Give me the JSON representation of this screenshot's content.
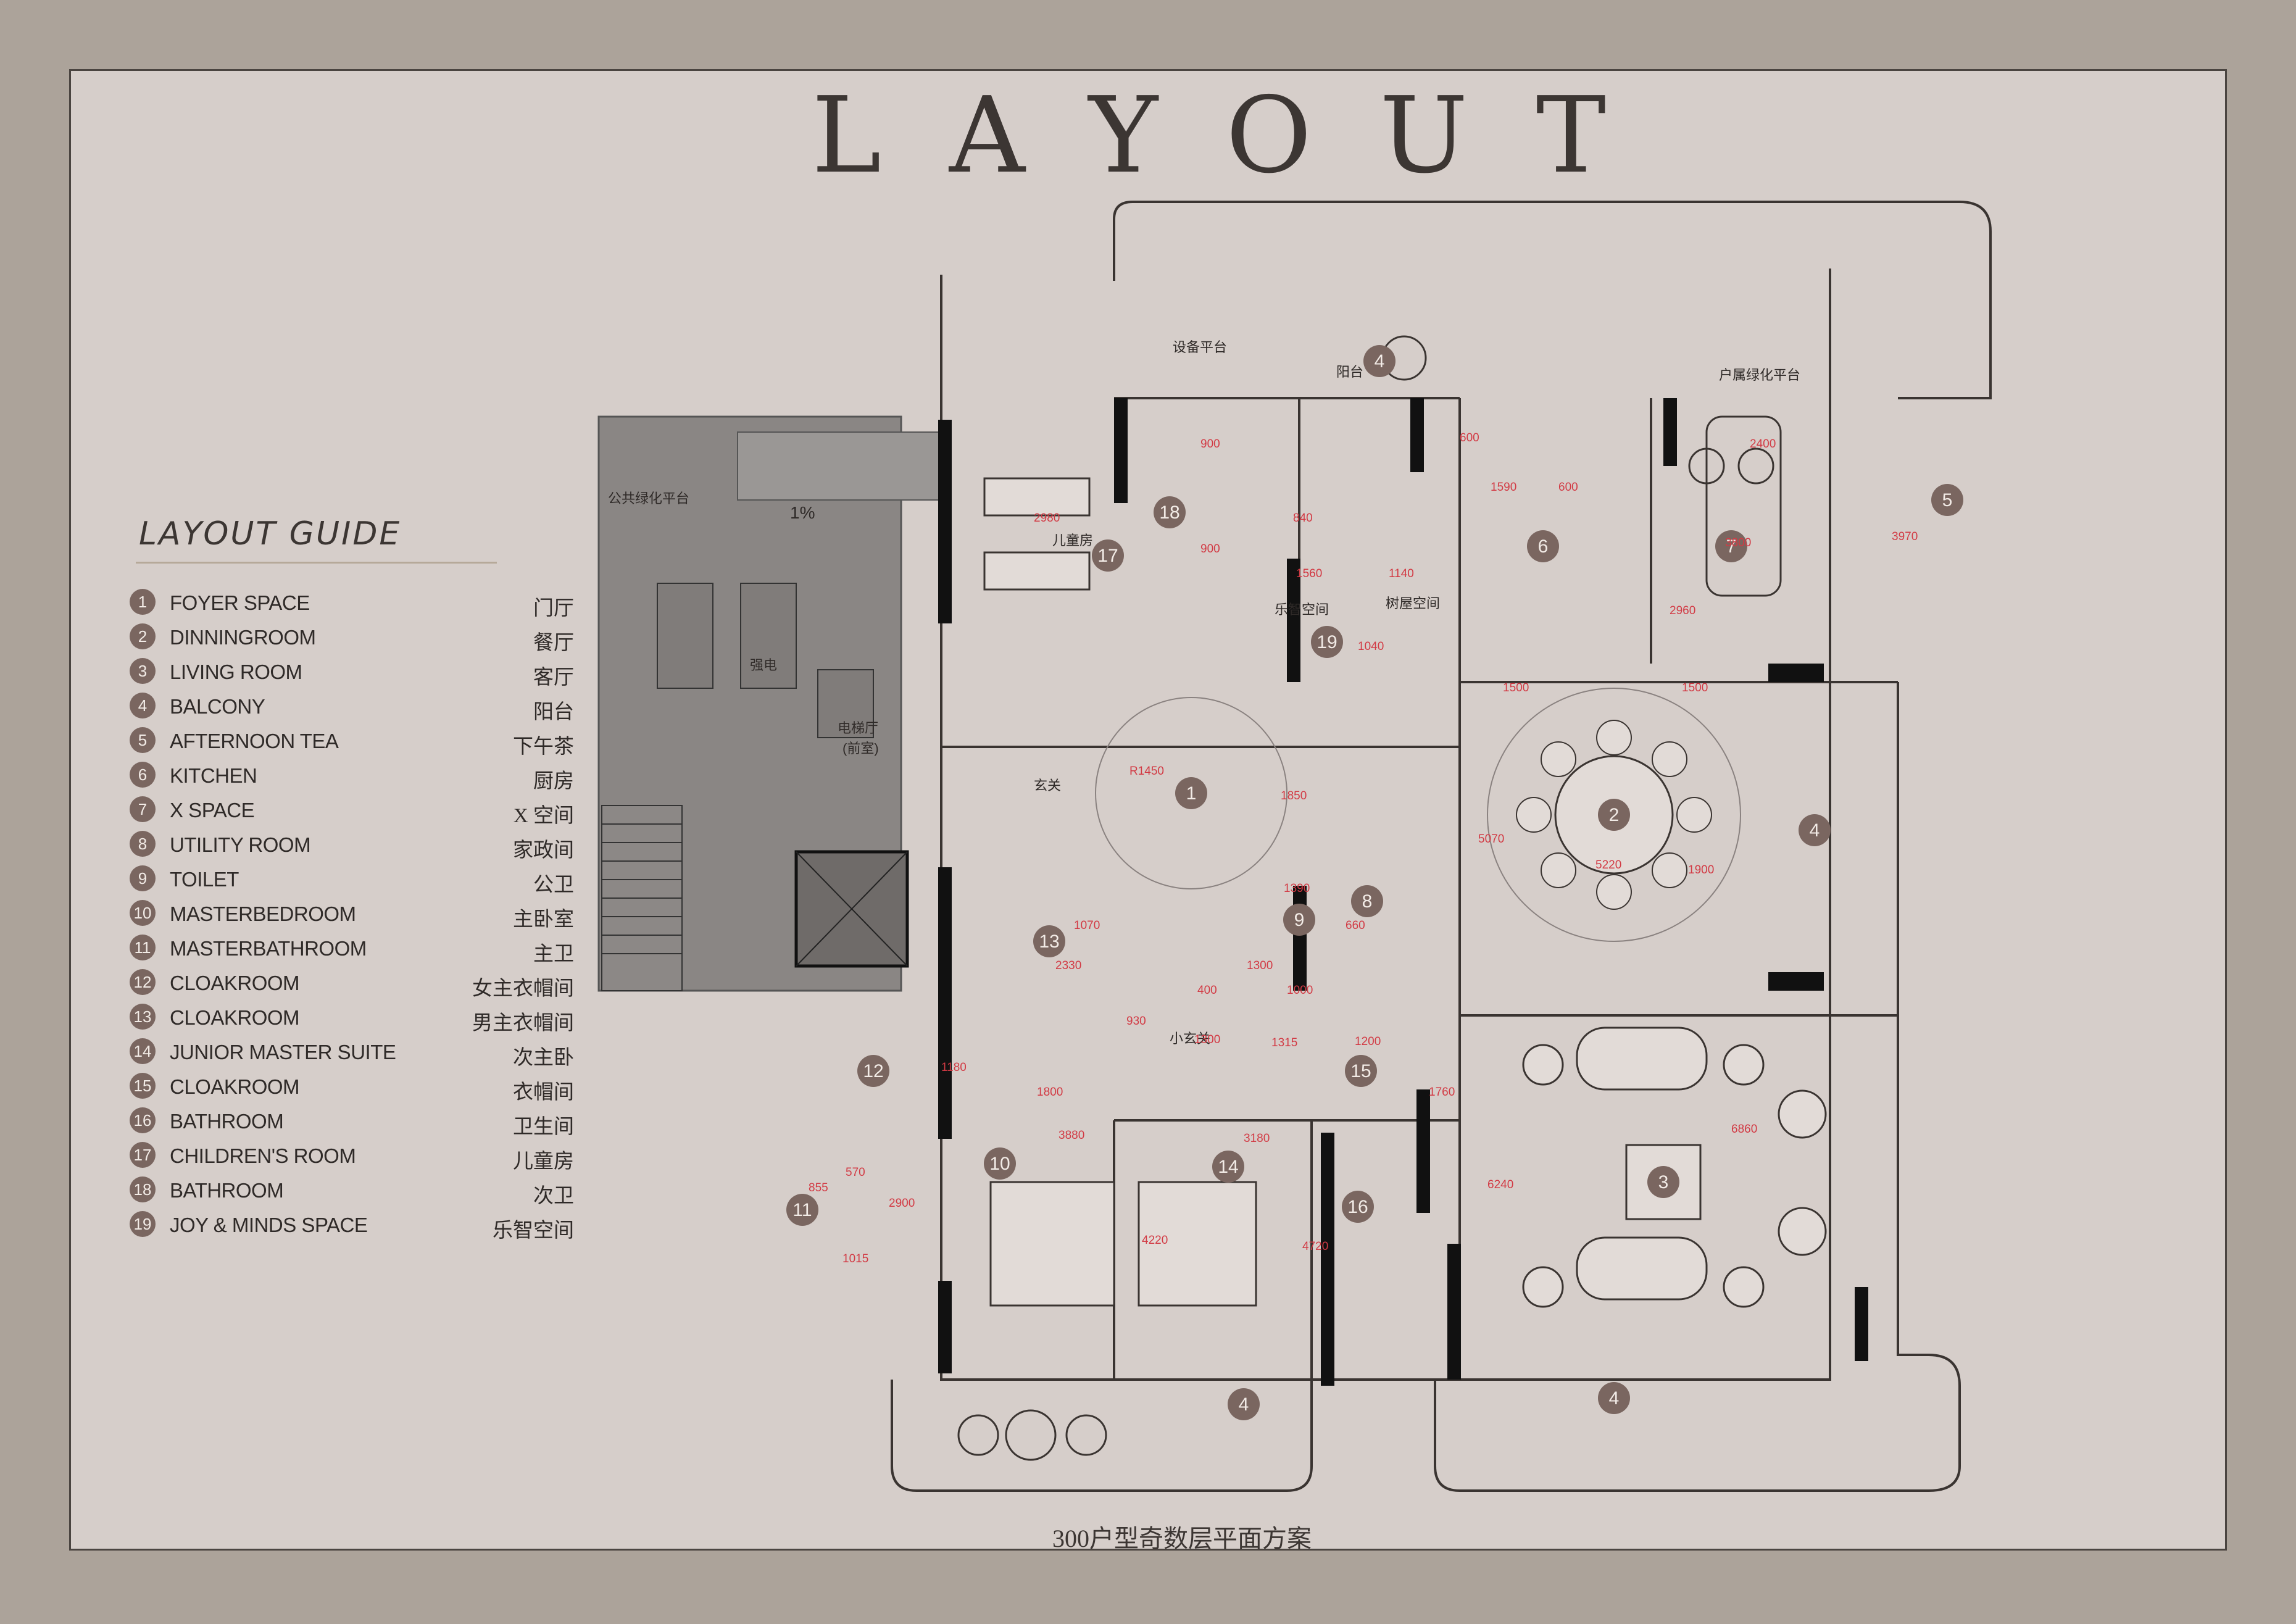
{
  "title": "LAYOUT",
  "caption": "300户型奇数层平面方案",
  "guide": {
    "heading": "LAYOUT GUIDE",
    "items": [
      {
        "num": "1",
        "en": "FOYER SPACE",
        "cn": "门厅"
      },
      {
        "num": "2",
        "en": "DINNINGROOM",
        "cn": "餐厅"
      },
      {
        "num": "3",
        "en": "LIVING ROOM",
        "cn": "客厅"
      },
      {
        "num": "4",
        "en": "BALCONY",
        "cn": "阳台"
      },
      {
        "num": "5",
        "en": "AFTERNOON TEA",
        "cn": "下午茶"
      },
      {
        "num": "6",
        "en": "KITCHEN",
        "cn": "厨房"
      },
      {
        "num": "7",
        "en": "X SPACE",
        "cn": "X 空间"
      },
      {
        "num": "8",
        "en": "UTILITY ROOM",
        "cn": "家政间"
      },
      {
        "num": "9",
        "en": "TOILET",
        "cn": "公卫"
      },
      {
        "num": "10",
        "en": "MASTERBEDROOM",
        "cn": "主卧室"
      },
      {
        "num": "11",
        "en": "MASTERBATHROOM",
        "cn": "主卫"
      },
      {
        "num": "12",
        "en": "CLOAKROOM",
        "cn": "女主衣帽间"
      },
      {
        "num": "13",
        "en": "CLOAKROOM",
        "cn": "男主衣帽间"
      },
      {
        "num": "14",
        "en": "JUNIOR MASTER SUITE",
        "cn": "次主卧"
      },
      {
        "num": "15",
        "en": "CLOAKROOM",
        "cn": "衣帽间"
      },
      {
        "num": "16",
        "en": "BATHROOM",
        "cn": "卫生间"
      },
      {
        "num": "17",
        "en": "CHILDREN'S ROOM",
        "cn": "儿童房"
      },
      {
        "num": "18",
        "en": "BATHROOM",
        "cn": "次卫"
      },
      {
        "num": "19",
        "en": "JOY & MINDS SPACE",
        "cn": "乐智空间"
      }
    ]
  },
  "plan": {
    "labels": {
      "equipment": "设备平台",
      "balcony": "阳台",
      "green_platform": "户属绿化平台",
      "public_green": "公共绿化平台",
      "children": "儿童房",
      "joy": "乐智空间",
      "treehouse": "树屋空间",
      "elevator_hall": "电梯厅",
      "elevator_hall_sub": "(前室)",
      "foyer": "玄关",
      "small_foyer": "小玄关",
      "power": "强电",
      "slope": "1%"
    },
    "dims": [
      "2980",
      "1590",
      "2400",
      "3970",
      "2960",
      "1560",
      "840",
      "1140",
      "1040",
      "1500",
      "1500",
      "R1450",
      "1850",
      "5070",
      "5220",
      "1900",
      "1390",
      "660",
      "2330",
      "1070",
      "1300",
      "930",
      "1800",
      "1180",
      "1315",
      "1200",
      "1760",
      "3880",
      "3180",
      "6860",
      "6240",
      "4220",
      "4720",
      "2900",
      "1015",
      "570",
      "855",
      "1300",
      "400",
      "1000",
      "900",
      "900",
      "600",
      "600",
      "3800"
    ]
  }
}
